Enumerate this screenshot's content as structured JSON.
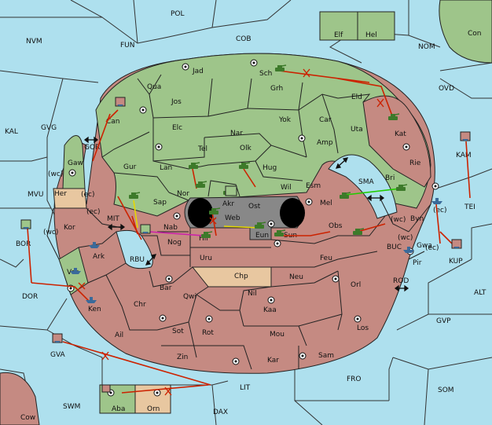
{
  "colors": {
    "sea": "#aee0ee",
    "green_power": "#9ec58a",
    "red_power": "#c58a82",
    "neutral": "#888888",
    "tan": "#e8c7a0",
    "order_line": "#cc2200"
  },
  "labels": {
    "POL": "POL",
    "COB": "COB",
    "FUN": "FUN",
    "NVM": "NVM",
    "NOM": "NOM",
    "Con": "Con",
    "Elf": "Elf",
    "Hel": "Hel",
    "OVD": "OVD",
    "KAL": "KAL",
    "GVG": "GVG",
    "MVU": "MVU",
    "BOR": "BOR",
    "DOR": "DOR",
    "GVA": "GVA",
    "SWM": "SWM",
    "Cow": "Cow",
    "DAX": "DAX",
    "LIT": "LIT",
    "FRO": "FRO",
    "SOM": "SOM",
    "GVP": "GVP",
    "ALT": "ALT",
    "KAM": "KAM",
    "TEI": "TEI",
    "KUP": "KUP",
    "BUC": "BUC",
    "ROD": "ROD",
    "SMA": "SMA",
    "MIT": "MIT",
    "GOR": "GOR",
    "RBU": "RBU",
    "Jad": "Jad",
    "Sch": "Sch",
    "Qua": "Qua",
    "Jos": "Jos",
    "Grh": "Grh",
    "Eld": "Eld",
    "Can": "Can",
    "Elc": "Elc",
    "Nar": "Nar",
    "Yok": "Yok",
    "Car": "Car",
    "Uta": "Uta",
    "Kat": "Kat",
    "Gaw": "Gaw",
    "Tel": "Tel",
    "Olk": "Olk",
    "Amp": "Amp",
    "Gur": "Gur",
    "Lan": "Lan",
    "Hug": "Hug",
    "Rie": "Rie",
    "Her": "Her",
    "Wil": "Wil",
    "Esm": "Esm",
    "Bri": "Bri",
    "Nor": "Nor",
    "Sap": "Sap",
    "Ost": "Ost",
    "Akr": "Akr",
    "Web": "Web",
    "Mel": "Mel",
    "Byn": "Byn",
    "Kor": "Kor",
    "Nab": "Nab",
    "Eun": "Eun",
    "Obs": "Obs",
    "Hil": "Hil",
    "Sun": "Sun",
    "Gwa": "Gwa",
    "Ark": "Ark",
    "Nog": "Nog",
    "Pir": "Pir",
    "Uru": "Uru",
    "Feu": "Feu",
    "Ver": "Ver",
    "Chp": "Chp",
    "Neu": "Neu",
    "Bar": "Bar",
    "Orl": "Orl",
    "Ken": "Ken",
    "Qwi": "Qwi",
    "Nil": "Nil",
    "Chr": "Chr",
    "Kaa": "Kaa",
    "Ail": "Ail",
    "Sot": "Sot",
    "Rot": "Rot",
    "Mou": "Mou",
    "Los": "Los",
    "Zin": "Zin",
    "Kar": "Kar",
    "Sam": "Sam",
    "Aba": "Aba",
    "Orn": "Orn"
  },
  "coast_tags": {
    "wc_gaw": "(wc)",
    "ec_her": "(ec)",
    "ec_mit": "(ec)",
    "wc_kor": "(wc)",
    "wc_byn": "(wc)",
    "ec_byn": "(ec)",
    "wc_gwa": "(wc)",
    "ec_gwa": "(ec)"
  }
}
